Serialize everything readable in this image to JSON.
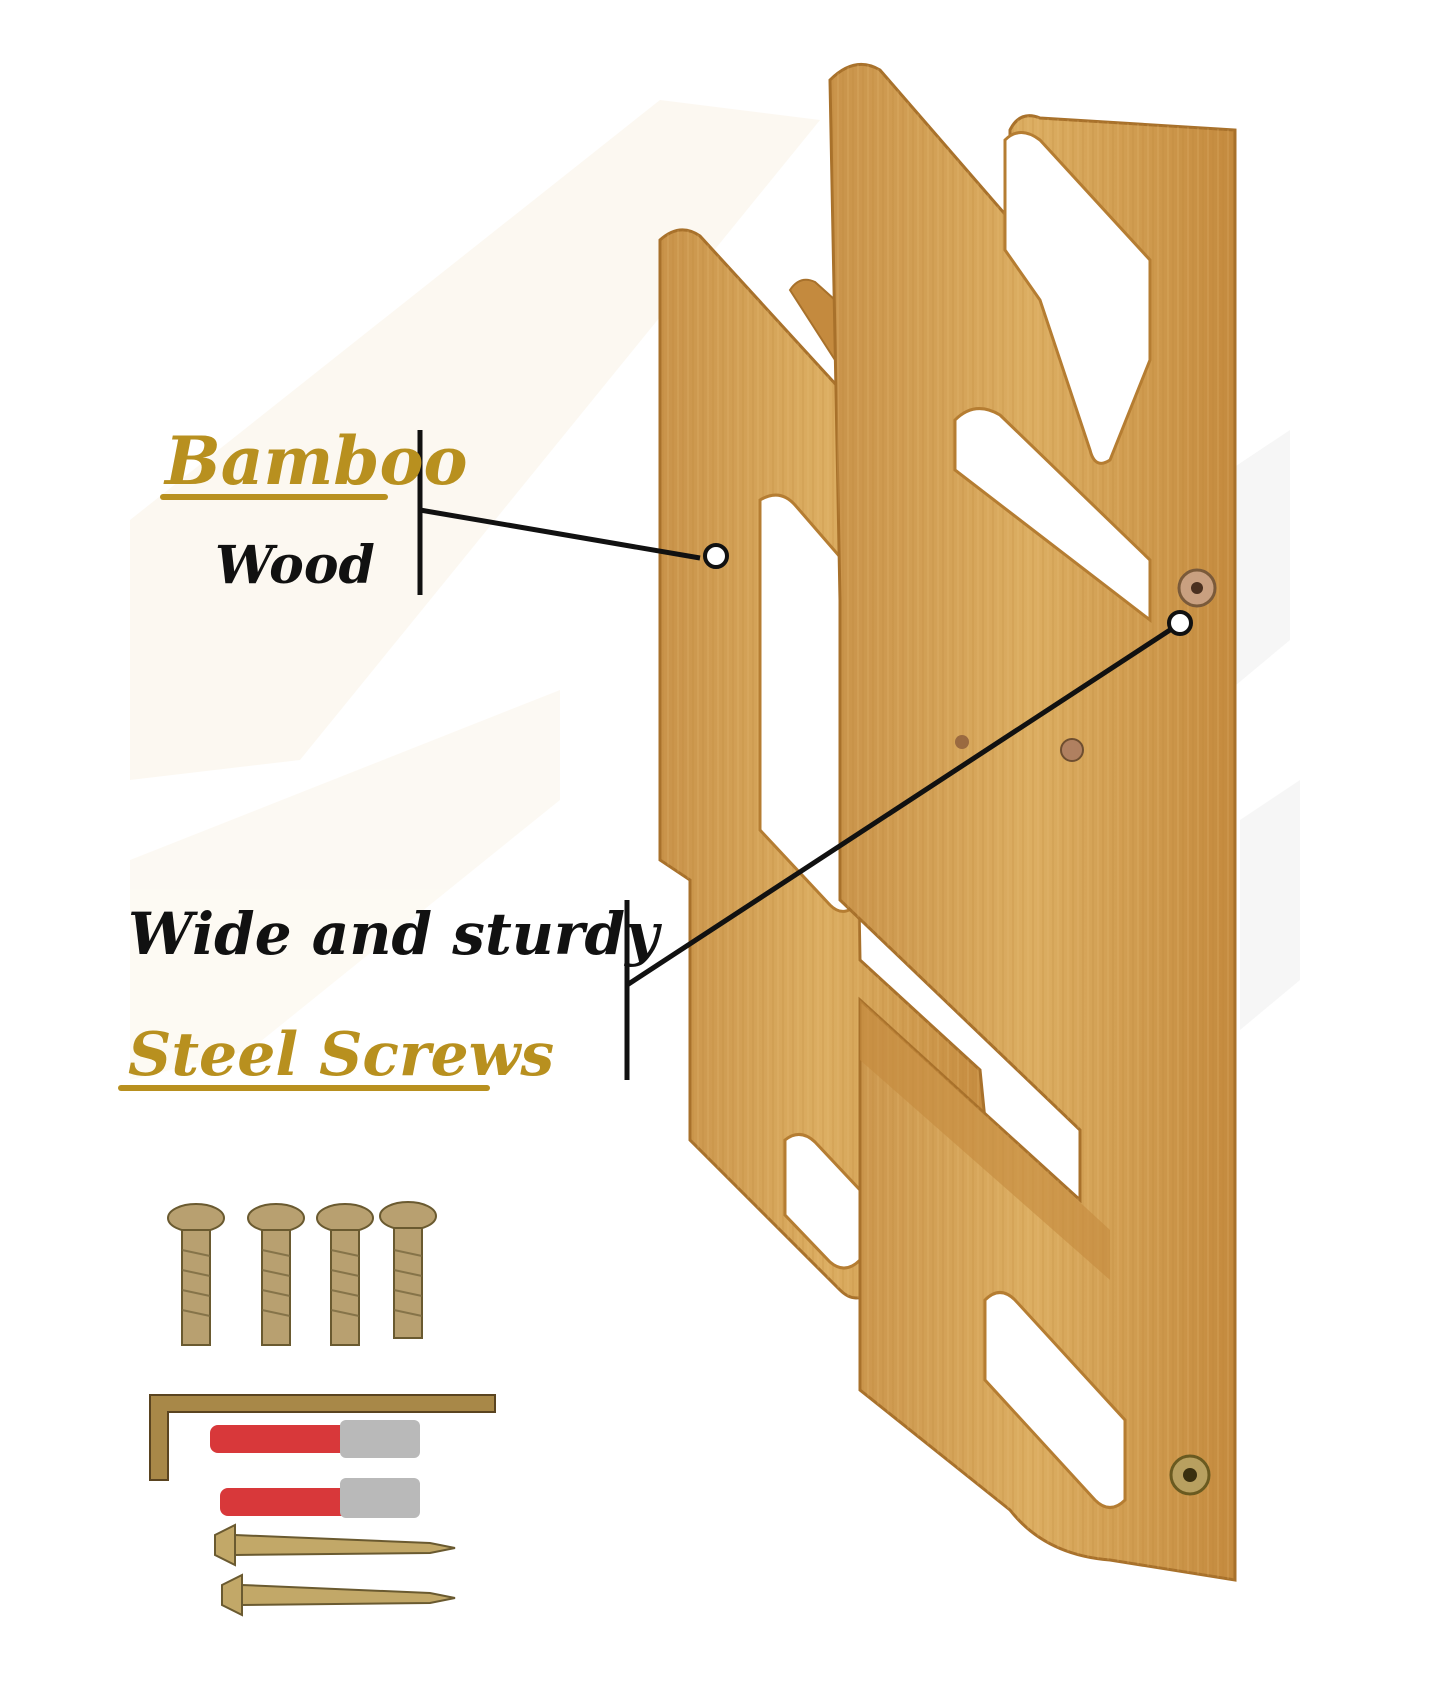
{
  "labels": {
    "material_word": "Bamboo",
    "material_sub": "Wood",
    "screws_line1": "Wide and sturdy",
    "screws_line2": "Steel Screws"
  },
  "colors": {
    "accent_gold": "#b8901f",
    "text_black": "#111111",
    "bamboo_face": "#d4a455",
    "bamboo_edge": "#b57d32",
    "bamboo_shadow": "#a06a28",
    "background_shape": "#f5efe3"
  },
  "icons": {
    "hardware_kit": "screws-wrench-anchors-icon",
    "mount_screw": "screw-head-icon"
  }
}
